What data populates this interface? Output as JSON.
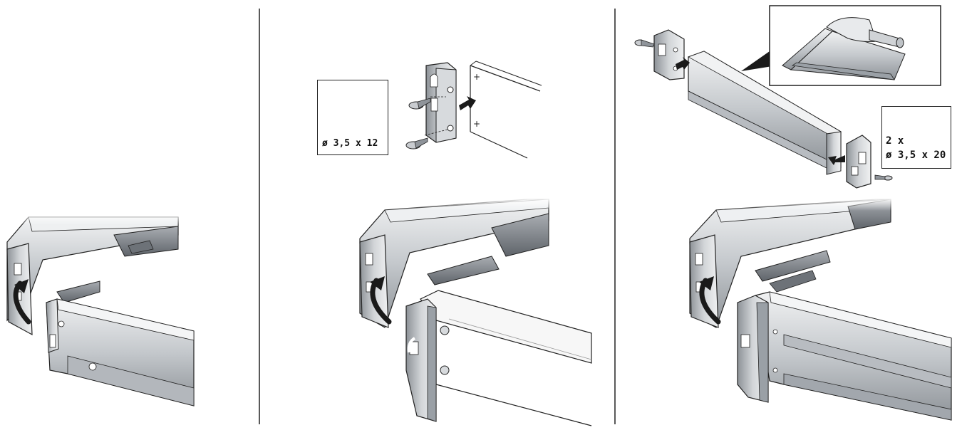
{
  "panel_2": {
    "screw_label": "ø 3,5 x 12"
  },
  "panel_3": {
    "screw_quantity": "2 x",
    "screw_label": "ø 3,5 x 20"
  },
  "colors": {
    "line": "#222222",
    "steel_light": "#e4e6e8",
    "steel_mid": "#b9bdc2",
    "steel_dark": "#7e838a",
    "arrow": "#1a1a1a"
  }
}
